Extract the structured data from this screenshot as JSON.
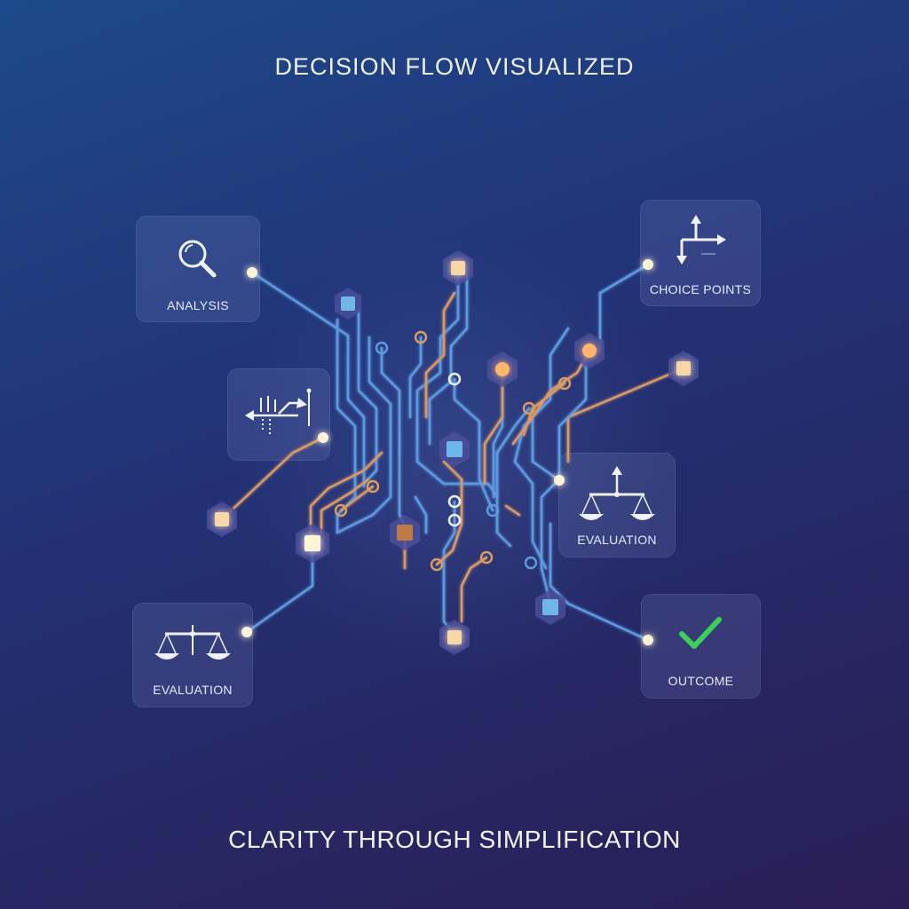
{
  "header": {
    "title": "DECISION FLOW VISUALIZED"
  },
  "footer": {
    "tagline": "CLARITY THROUGH SIMPLIFICATION"
  },
  "cards": [
    {
      "id": "analysis",
      "label": "ANALYSIS",
      "icon": "magnifier-icon"
    },
    {
      "id": "choice-points",
      "label": "CHOICE POINTS",
      "icon": "branch-arrows-icon"
    },
    {
      "id": "flow-chart",
      "label": "",
      "icon": "flowchart-arrows-icon"
    },
    {
      "id": "evaluation-right",
      "label": "EVALUATION",
      "icon": "balance-scale-icon"
    },
    {
      "id": "evaluation-left",
      "label": "EVALUATION",
      "icon": "balance-scale-icon"
    },
    {
      "id": "outcome",
      "label": "OUTCOME",
      "icon": "checkmark-icon"
    }
  ],
  "colors": {
    "blue_trace": "#5d9be0",
    "orange_trace": "#d99a66",
    "node_glow": "#fff3d6",
    "check_green": "#3ccf5a",
    "hex_fill": "#4a4f9a"
  }
}
